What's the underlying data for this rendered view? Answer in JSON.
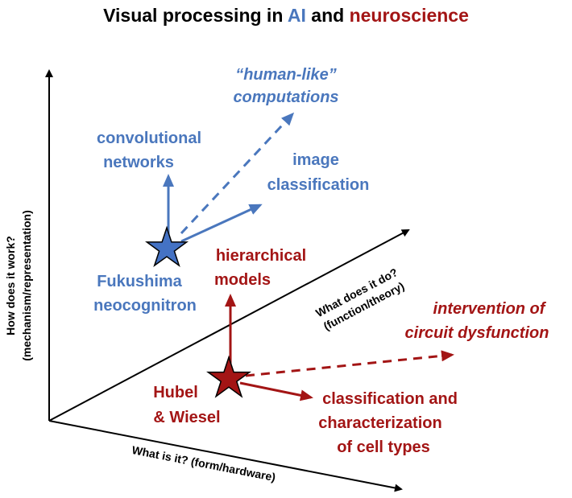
{
  "title": {
    "part1": "Visual processing in ",
    "ai": "AI",
    "part2": " and ",
    "neuro": "neuroscience"
  },
  "axes": {
    "vertical": {
      "line1": "How does it work?",
      "line2": "(mechanism/representation)"
    },
    "diagonal": {
      "line1": "What does it do?",
      "line2": "(function/theory)"
    },
    "horizontal": {
      "line1": "What is it? (form/hardware)"
    }
  },
  "ai": {
    "origin": {
      "line1": "Fukushima",
      "line2": "neocognitron"
    },
    "up": {
      "line1": "convolutional",
      "line2": "networks"
    },
    "right": {
      "line1": "image",
      "line2": "classification"
    },
    "future": {
      "line1": "“human-like”",
      "line2": "computations"
    }
  },
  "neuro": {
    "origin": {
      "line1": "Hubel",
      "line2": "& Wiesel"
    },
    "up": {
      "line1": "hierarchical",
      "line2": "models"
    },
    "right": {
      "line1": "classification and",
      "line2": "characterization",
      "line3": "of cell types"
    },
    "future": {
      "line1": "intervention of",
      "line2": "circuit dysfunction"
    }
  },
  "colors": {
    "ai": "#4a77bd",
    "neuro": "#a31515",
    "axis": "#000000"
  }
}
